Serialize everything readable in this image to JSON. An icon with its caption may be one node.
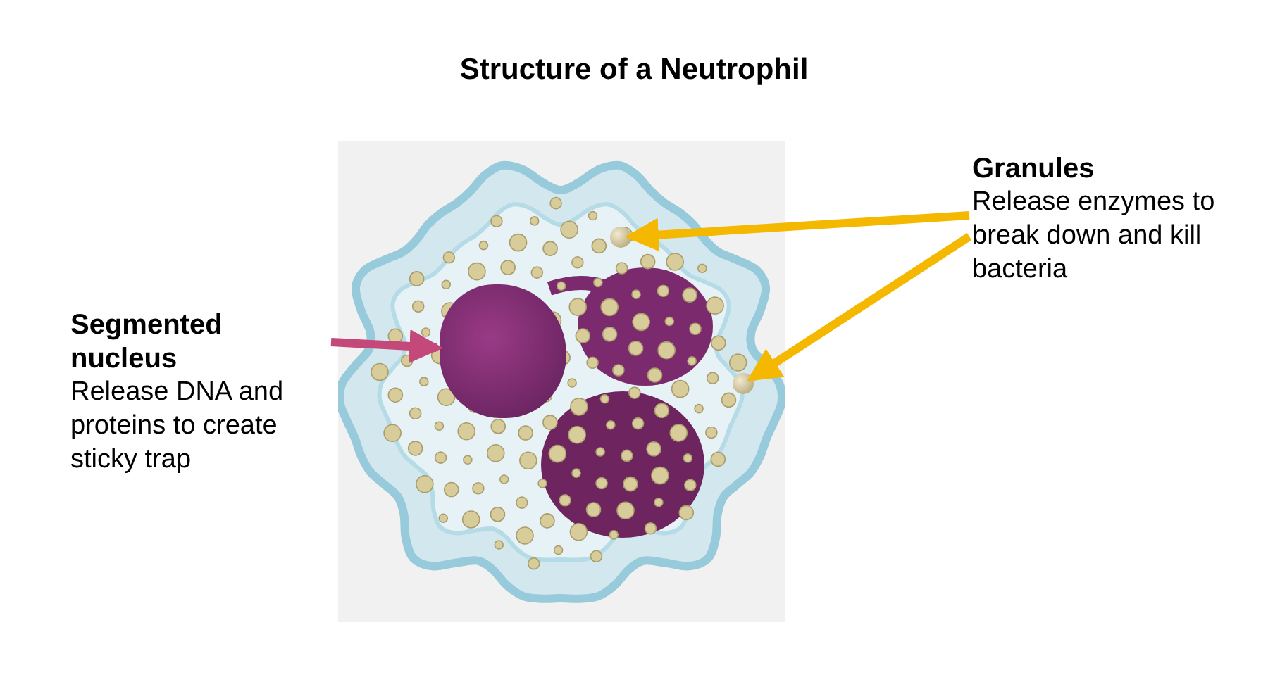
{
  "diagram": {
    "title": "Structure of a Neutrophil",
    "nodes": [
      {
        "text": [
          "Segmented nucleus",
          "Release DNA and proteins to create sticky trap"
        ]
      },
      {
        "text": [
          "Granules",
          "Release enzymes to break down and kill bacteria"
        ]
      },
      {
        "text": [],
        "shape": "picture"
      },
      {
        "text": [],
        "shape": "picture",
        "in": 2
      },
      {
        "text": [],
        "shape": "circle",
        "in": 2
      },
      {
        "text": [],
        "shape": "circle",
        "in": 2
      }
    ],
    "edges": [
      {
        "from": 0,
        "to": 3,
        "arrow": "to",
        "color": "#c4487a"
      },
      {
        "from": 1,
        "to": 4,
        "arrow": "to"
      },
      {
        "from": 1,
        "to": 5,
        "arrow": "to"
      }
    ]
  }
}
